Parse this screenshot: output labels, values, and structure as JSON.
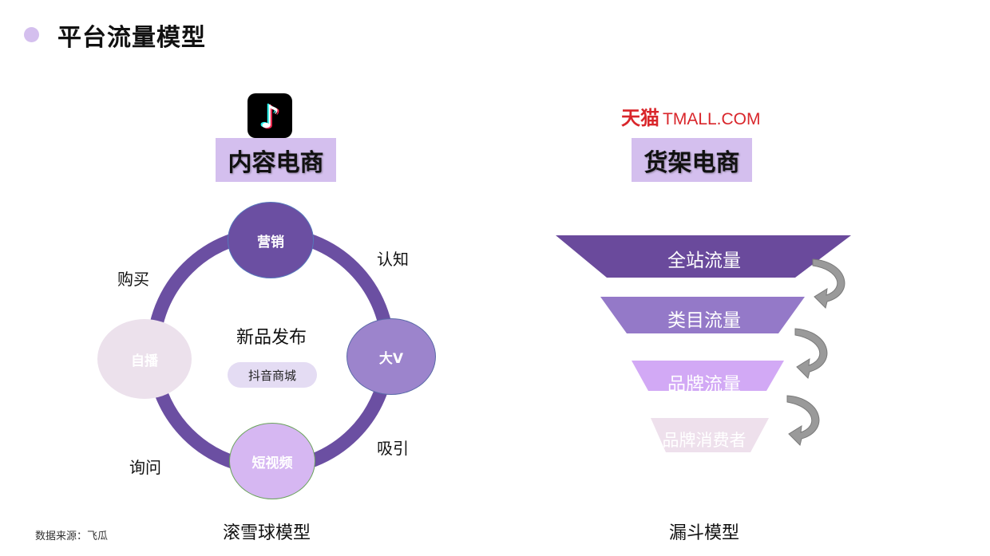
{
  "page": {
    "title": "平台流量模型",
    "source_note": "数据来源：飞瓜"
  },
  "content_ecommerce": {
    "logo_icon": "tiktok-icon",
    "label": "内容电商",
    "center_title": "新品发布",
    "center_pill": "抖音商城",
    "nodes": {
      "marketing": "营销",
      "bigv": "大V",
      "short_video": "短视频",
      "live": "自播"
    },
    "edges": {
      "cognition": "认知",
      "attract": "吸引",
      "inquire": "询问",
      "buy": "购买"
    },
    "caption": "滚雪球模型"
  },
  "shelf_ecommerce": {
    "logo_text_cn": "天猫",
    "logo_text_en": "TMALL.COM",
    "label": "货架电商",
    "funnel_levels": [
      "全站流量",
      "类目流量",
      "品牌流量",
      "品牌消费者"
    ],
    "caption": "漏斗模型"
  },
  "colors": {
    "accent_light": "#d4bfee",
    "ring": "#6b4fa2",
    "funnel_1": "#6a4a9c",
    "funnel_2": "#9479c8",
    "funnel_3": "#d2a9f5",
    "funnel_4": "#eee0ec",
    "tmall_red": "#d9262b"
  }
}
